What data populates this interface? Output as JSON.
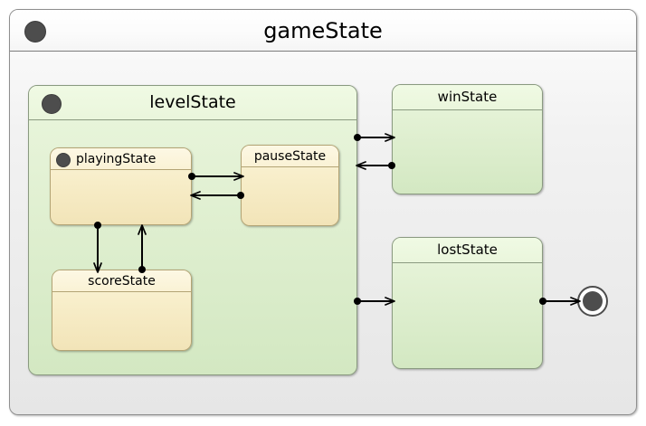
{
  "diagram": {
    "type": "uml-state-machine",
    "root": {
      "name": "gameState",
      "kind": "composite-state",
      "has_initial_pseudostate": true,
      "fill": "#e9e9e9",
      "border": "#8f8f8f"
    },
    "states": [
      {
        "id": "levelState",
        "name": "levelState",
        "kind": "composite-state",
        "parent": "gameState",
        "has_initial_pseudostate": true,
        "fill": "#dcf0cb",
        "border": "#8a9a80"
      },
      {
        "id": "playingState",
        "name": "playingState",
        "kind": "simple-state",
        "parent": "levelState",
        "has_initial_pseudostate": true,
        "fill": "#f7edc8",
        "border": "#b3a475"
      },
      {
        "id": "pauseState",
        "name": "pauseState",
        "kind": "simple-state",
        "parent": "levelState",
        "has_initial_pseudostate": false,
        "fill": "#f7edc8",
        "border": "#b3a475"
      },
      {
        "id": "scoreState",
        "name": "scoreState",
        "kind": "simple-state",
        "parent": "levelState",
        "has_initial_pseudostate": false,
        "fill": "#f7edc8",
        "border": "#b3a475"
      },
      {
        "id": "winState",
        "name": "winState",
        "kind": "simple-state",
        "parent": "gameState",
        "has_initial_pseudostate": false,
        "fill": "#dcf0cb",
        "border": "#8a9a80"
      },
      {
        "id": "lostState",
        "name": "lostState",
        "kind": "simple-state",
        "parent": "gameState",
        "has_initial_pseudostate": false,
        "fill": "#dcf0cb",
        "border": "#8a9a80"
      }
    ],
    "final_state": {
      "id": "final",
      "kind": "final-state",
      "parent": "gameState"
    },
    "transitions": [
      {
        "from": "playingState",
        "to": "pauseState",
        "label": ""
      },
      {
        "from": "pauseState",
        "to": "playingState",
        "label": ""
      },
      {
        "from": "playingState",
        "to": "scoreState",
        "label": ""
      },
      {
        "from": "scoreState",
        "to": "playingState",
        "label": ""
      },
      {
        "from": "levelState",
        "to": "winState",
        "label": ""
      },
      {
        "from": "winState",
        "to": "levelState",
        "label": ""
      },
      {
        "from": "levelState",
        "to": "lostState",
        "label": ""
      },
      {
        "from": "lostState",
        "to": "final",
        "label": ""
      }
    ]
  },
  "labels": {
    "gameState": "gameState",
    "levelState": "levelState",
    "playingState": "playingState",
    "pauseState": "pauseState",
    "scoreState": "scoreState",
    "winState": "winState",
    "lostState": "lostState"
  }
}
